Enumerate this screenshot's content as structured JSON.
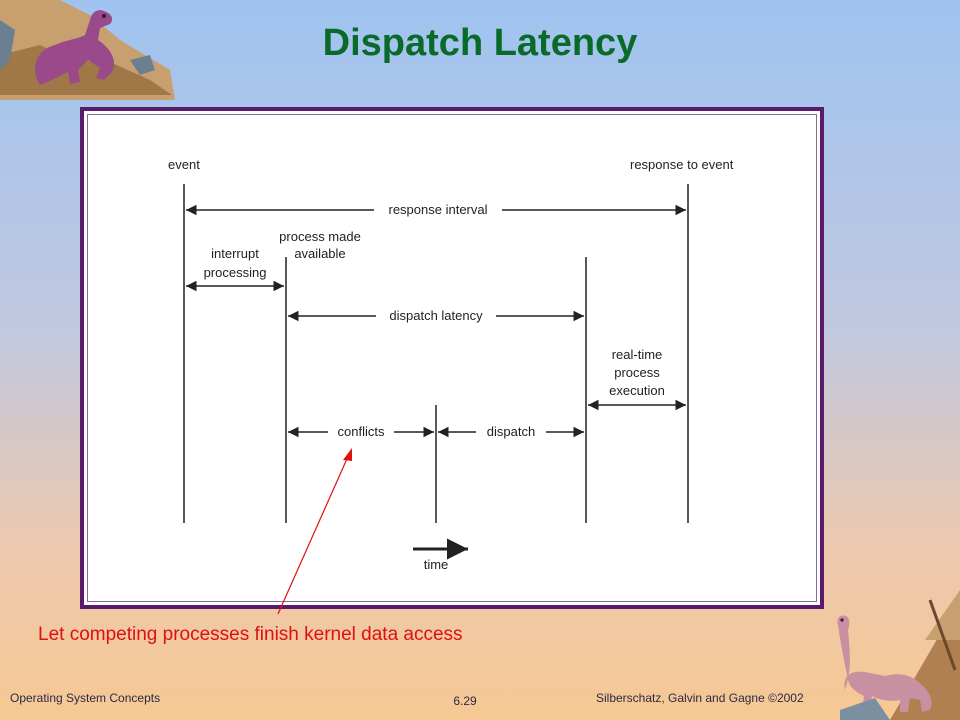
{
  "slide": {
    "title": "Dispatch Latency",
    "annotation": "Let competing processes finish kernel data access",
    "footer": {
      "course": "Operating System Concepts",
      "page_number": "6.29",
      "authors": "Silberschatz, Galvin and  Gagne ",
      "copyright_symbol": "©",
      "year": "2002"
    }
  },
  "diagram": {
    "event_label": "event",
    "response_label": "response to event",
    "response_interval": "response interval",
    "interrupt_line1": "interrupt",
    "interrupt_line2": "processing",
    "process_made_line1": "process made",
    "process_made_line2": "available",
    "dispatch_latency": "dispatch latency",
    "realtime_line1": "real-time",
    "realtime_line2": "process",
    "realtime_line3": "execution",
    "conflicts": "conflicts",
    "dispatch": "dispatch",
    "time": "time"
  },
  "colors": {
    "title": "#0a6a2a",
    "annotation": "#e01010",
    "frame_border": "#5a1a6a"
  },
  "icons": {
    "top_left": "dinosaur-trex-icon",
    "bottom_right": "dinosaur-brontosaurus-icon"
  }
}
